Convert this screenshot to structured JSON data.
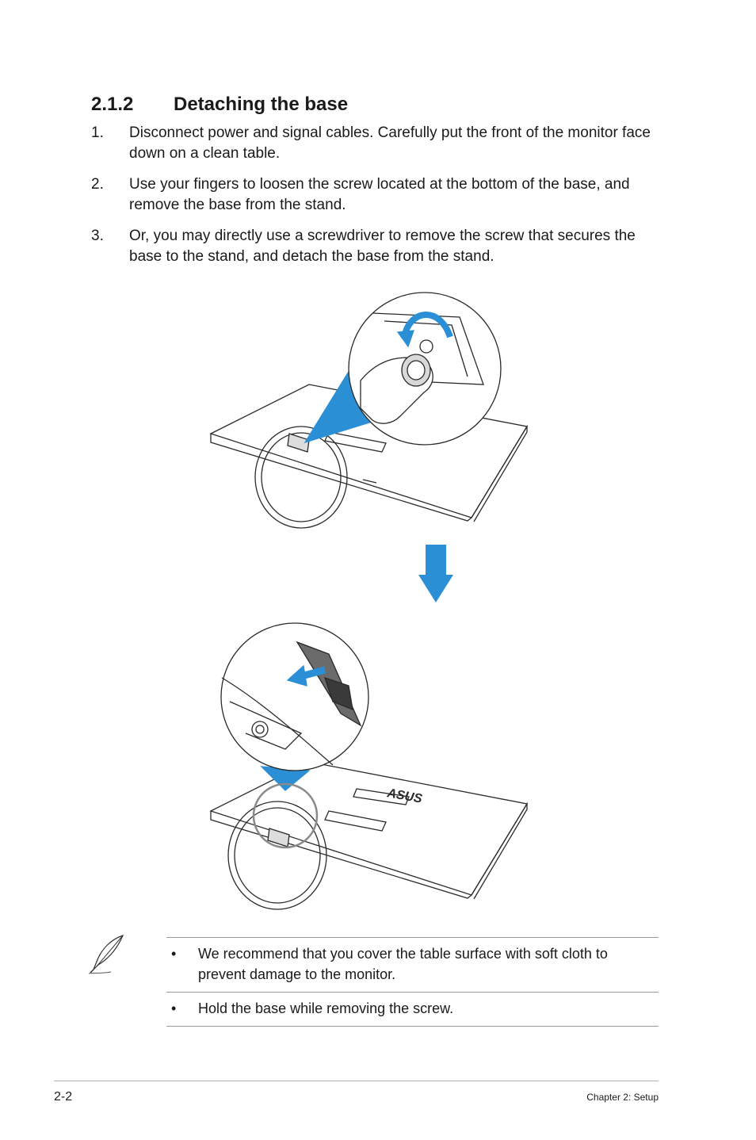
{
  "section": {
    "number": "2.1.2",
    "title": "Detaching the base"
  },
  "steps": [
    {
      "num": "1.",
      "text": "Disconnect power and signal cables. Carefully put the front of the monitor face down on a clean table."
    },
    {
      "num": "2.",
      "text": "Use your fingers to loosen the screw located at the bottom of the base, and remove the base from the stand."
    },
    {
      "num": "3.",
      "text": "Or, you may directly use a screwdriver to remove the screw that secures the base to the stand, and detach the base from the stand."
    }
  ],
  "figure": {
    "brand_logo": "ASUS",
    "accent_color": "#2b8fd6"
  },
  "note": {
    "icon": "feather-pen-icon",
    "items": [
      {
        "bullet": "•",
        "text": "We recommend that you cover the table surface with soft cloth to prevent damage to the monitor."
      },
      {
        "bullet": "•",
        "text": "Hold the base while removing the screw."
      }
    ]
  },
  "footer": {
    "page_number": "2-2",
    "chapter": "Chapter 2: Setup"
  }
}
